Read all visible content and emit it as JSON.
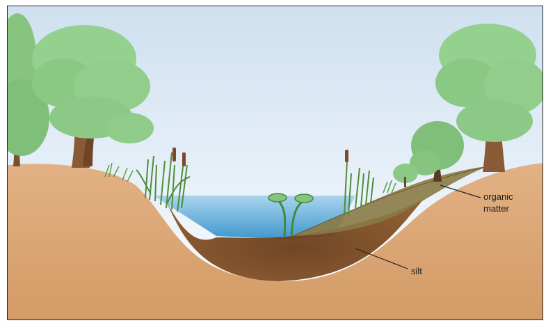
{
  "labels": {
    "organic_line1": "organic",
    "organic_line2": "matter",
    "silt": "silt"
  },
  "colors": {
    "sky_top": "#cfe0f0",
    "sky_bottom": "#fbfdff",
    "earth": "#d9a574",
    "earth_dark": "#c9925f",
    "silt": "#7a4a22",
    "organic_matter": "#8a7440",
    "water_top": "#a9d4ee",
    "water_bottom": "#3f97cc",
    "foliage": "#8fcf8a",
    "trunk": "#8a5a36",
    "reed": "#4e8c3a"
  },
  "icons": [
    "tree-icon",
    "shrub-icon",
    "cattail-icon",
    "lily-pad-icon",
    "grass-icon"
  ]
}
